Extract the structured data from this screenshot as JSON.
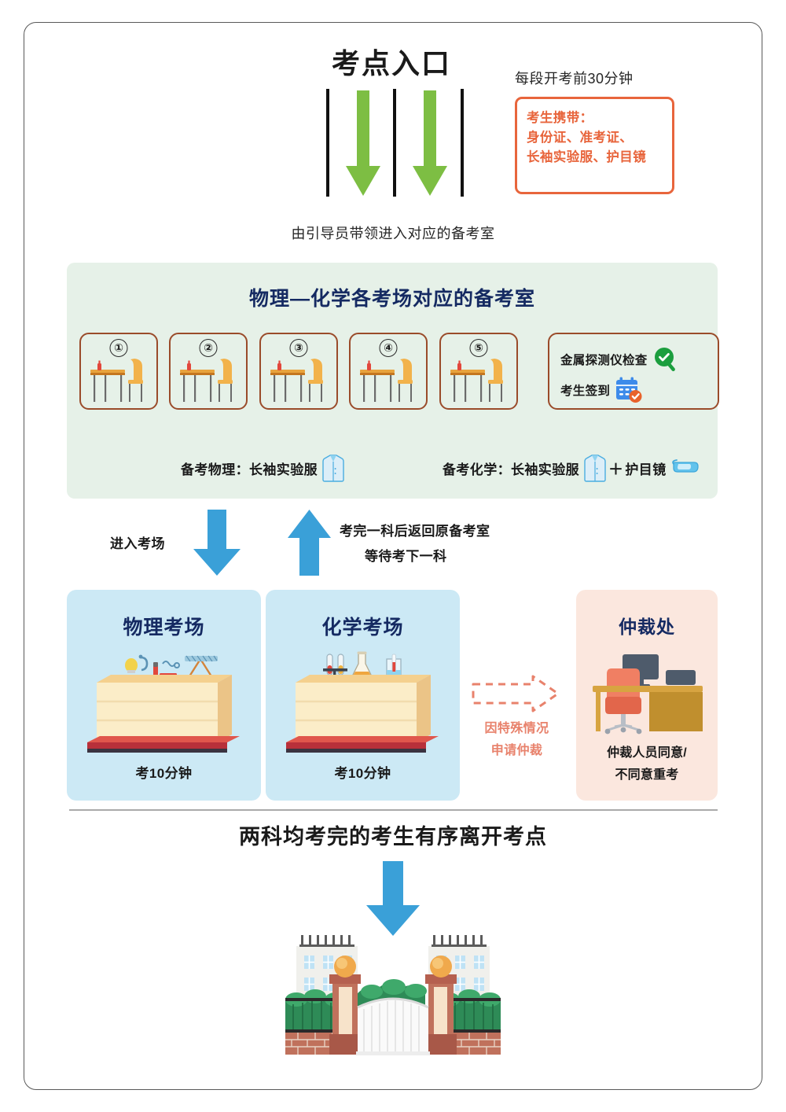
{
  "header": {
    "title": "考点入口",
    "notice_time": "每段开考前30分钟",
    "carry_box": {
      "line1": "考生携带：",
      "line2": "身份证、准考证、",
      "line3": "长袖实验服、护目镜"
    },
    "guide_text": "由引导员带领进入对应的备考室"
  },
  "prep": {
    "title": "物理—化学各考场对应的备考室",
    "rooms": [
      {
        "number": "①"
      },
      {
        "number": "②"
      },
      {
        "number": "③"
      },
      {
        "number": "④"
      },
      {
        "number": "⑤"
      }
    ],
    "checks": [
      {
        "label": "金属探测仪检查",
        "icon": "magnifier-check-icon"
      },
      {
        "label": "考生签到",
        "icon": "calendar-check-icon"
      }
    ],
    "wear_physics": "备考物理：长袖实验服",
    "wear_chemistry": "备考化学：长袖实验服",
    "plus": "＋",
    "wear_goggles": "护目镜"
  },
  "flow": {
    "enter_label": "进入考场",
    "return_label_line1": "考完一科后返回原备考室",
    "return_label_line2": "等待考下一科"
  },
  "exams": [
    {
      "title": "物理考场",
      "duration": "考10分钟"
    },
    {
      "title": "化学考场",
      "duration": "考10分钟"
    }
  ],
  "arbitration": {
    "title": "仲裁处",
    "reason_line1": "因特殊情况",
    "reason_line2": "申请仲裁",
    "note_line1": "仲裁人员同意/",
    "note_line2": "不同意重考"
  },
  "footer": {
    "leave_title": "两科均考完的考生有序离开考点"
  },
  "colors": {
    "green_panel": "#E6F1E8",
    "green_arrow": "#7DBE43",
    "blue_arrow": "#3AA0D8",
    "exam_card": "#CCE9F5",
    "arb_card": "#FBE7DE",
    "navy_text": "#152A62",
    "orange_border": "#E8653C",
    "brown_border": "#9A4B2A",
    "salmon_text": "#E8826C"
  }
}
